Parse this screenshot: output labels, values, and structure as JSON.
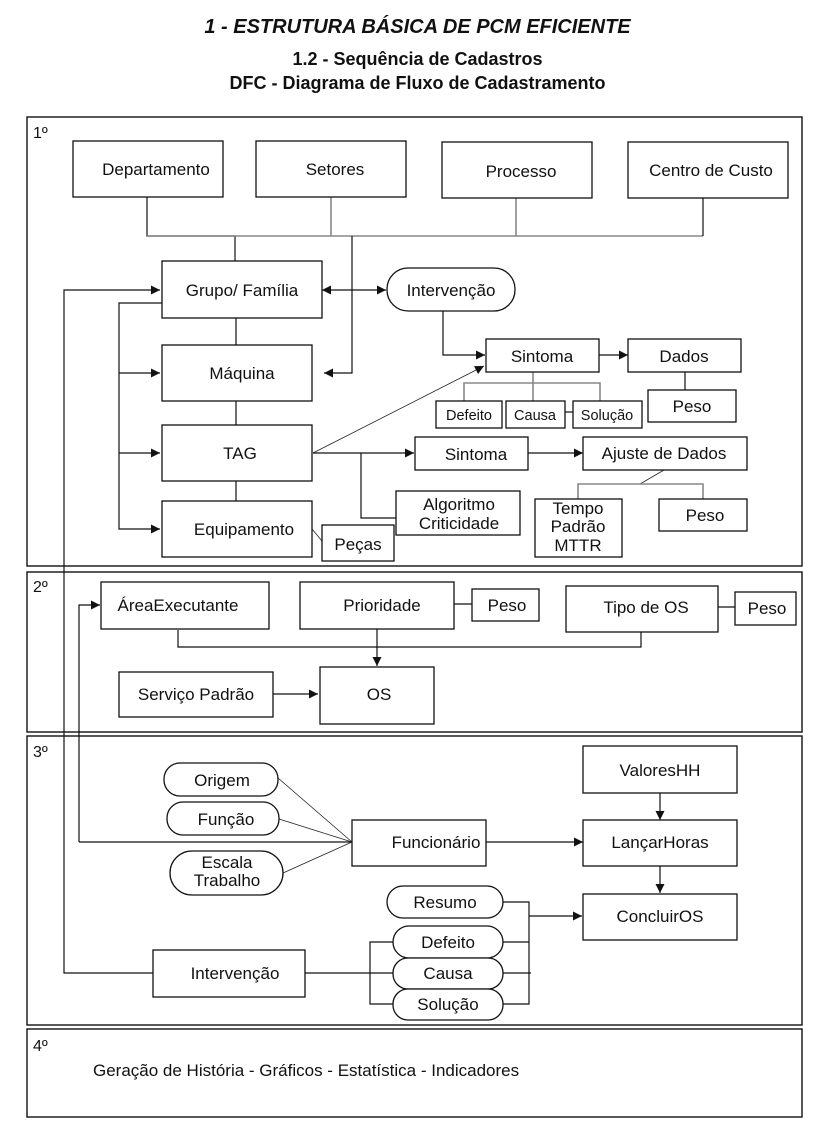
{
  "header": {
    "title": "1 - ESTRUTURA BÁSICA DE PCM EFICIENTE",
    "subtitle": "1.2 -  Sequência de Cadastros",
    "diagram_title": "DFC - Diagrama de Fluxo de Cadastramento"
  },
  "stage1": {
    "label": "1º",
    "departamento": "Departamento",
    "setores": "Setores",
    "processo": "Processo",
    "centro_custo": "Centro de Custo",
    "grupo_familia": "Grupo/  Família",
    "intervencao": "Intervenção",
    "maquina": "Máquina",
    "tag": "TAG",
    "equipamento": "Equipamento",
    "pecas": "Peças",
    "sintoma_top": "Sintoma",
    "dados": "Dados",
    "peso_dados": "Peso",
    "defeito": "Defeito",
    "causa": "Causa",
    "solucao": "Solução",
    "sintoma_mid": "Sintoma",
    "ajuste_dados": "Ajuste de Dados",
    "algoritmo_l1": "Algoritmo",
    "algoritmo_l2": "Criticidade",
    "tempo_l1": "Tempo",
    "tempo_l2": "Padrão",
    "tempo_l3": "MTTR",
    "peso_ajuste": "Peso"
  },
  "stage2": {
    "label": "2º",
    "area_executante": "ÁreaExecutante",
    "prioridade": "Prioridade",
    "peso_prioridade": "Peso",
    "tipo_os": "Tipo de OS",
    "peso_tipo": "Peso",
    "servico_padrao": "Serviço Padrão",
    "os": "OS"
  },
  "stage3": {
    "label": "3º",
    "origem": "Origem",
    "funcao": "Função",
    "escala_l1": "Escala",
    "escala_l2": "Trabalho",
    "funcionario": "Funcionário",
    "valores_hh": "ValoresHH",
    "lancar_horas": "LançarHoras",
    "resumo": "Resumo",
    "concluir_os": "ConcluirOS",
    "intervencao": "Intervenção",
    "defeito": "Defeito",
    "causa": "Causa",
    "solucao": "Solução"
  },
  "stage4": {
    "label": "4º",
    "text": "Geração de História - Gráficos - Estatística - Indicadores"
  }
}
